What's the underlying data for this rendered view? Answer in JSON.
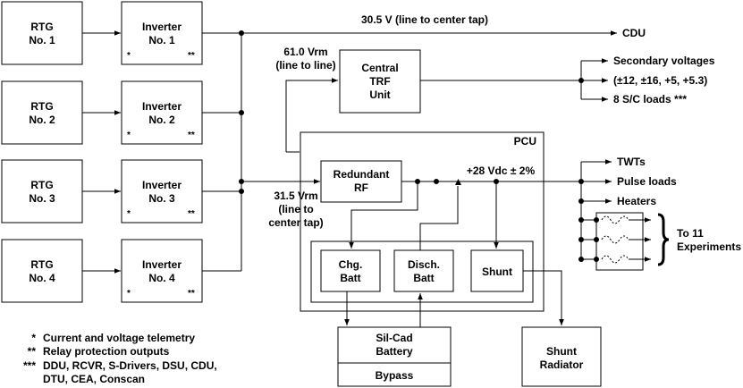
{
  "sources": [
    {
      "line1": "RTG",
      "line2": "No. 1"
    },
    {
      "line1": "RTG",
      "line2": "No. 2"
    },
    {
      "line1": "RTG",
      "line2": "No. 3"
    },
    {
      "line1": "RTG",
      "line2": "No. 4"
    }
  ],
  "inverters": [
    {
      "line1": "Inverter",
      "line2": "No. 1",
      "mark1": "*",
      "mark2": "**"
    },
    {
      "line1": "Inverter",
      "line2": "No. 2",
      "mark1": "*",
      "mark2": "**"
    },
    {
      "line1": "Inverter",
      "line2": "No. 3",
      "mark1": "*",
      "mark2": "**"
    },
    {
      "line1": "Inverter",
      "line2": "No. 4",
      "mark1": "*",
      "mark2": "**"
    }
  ],
  "bus_voltage": "30.5 V (line to center tap)",
  "cdu": "CDU",
  "trf_voltage": {
    "line1": "61.0 Vrm",
    "line2": "(line to line)"
  },
  "central_trf": {
    "line1": "Central",
    "line2": "TRF",
    "line3": "Unit"
  },
  "secondary": {
    "line1": "Secondary voltages",
    "line2": "(±12, ±16, +5, +5.3)",
    "line3": "8 S/C loads ***"
  },
  "pcu": {
    "title": "PCU",
    "redundant": {
      "line1": "Redundant",
      "line2": "RF"
    },
    "dc_bus": "+28 Vdc ± 2%",
    "chg": {
      "line1": "Chg.",
      "line2": "Batt"
    },
    "disch": {
      "line1": "Disch.",
      "line2": "Batt"
    },
    "shunt": "Shunt"
  },
  "rf_voltage": {
    "line1": "31.5 Vrm",
    "line2": "(line to",
    "line3": "center tap)"
  },
  "outputs": {
    "twts": "TWTs",
    "pulse": "Pulse loads",
    "heaters": "Heaters"
  },
  "experiments": {
    "line1": "To 11",
    "line2": "Experiments"
  },
  "battery": {
    "line1": "Sil-Cad",
    "line2": "Battery",
    "bypass": "Bypass"
  },
  "shunt_radiator": {
    "line1": "Shunt",
    "line2": "Radiator"
  },
  "legend": [
    {
      "mark": "*",
      "text": "Current and voltage telemetry"
    },
    {
      "mark": "**",
      "text": "Relay protection outputs"
    },
    {
      "mark": "***",
      "text": "DDU, RCVR, S-Drivers, DSU, CDU,"
    },
    {
      "mark": "",
      "text": "DTU, CEA, Conscan"
    }
  ]
}
